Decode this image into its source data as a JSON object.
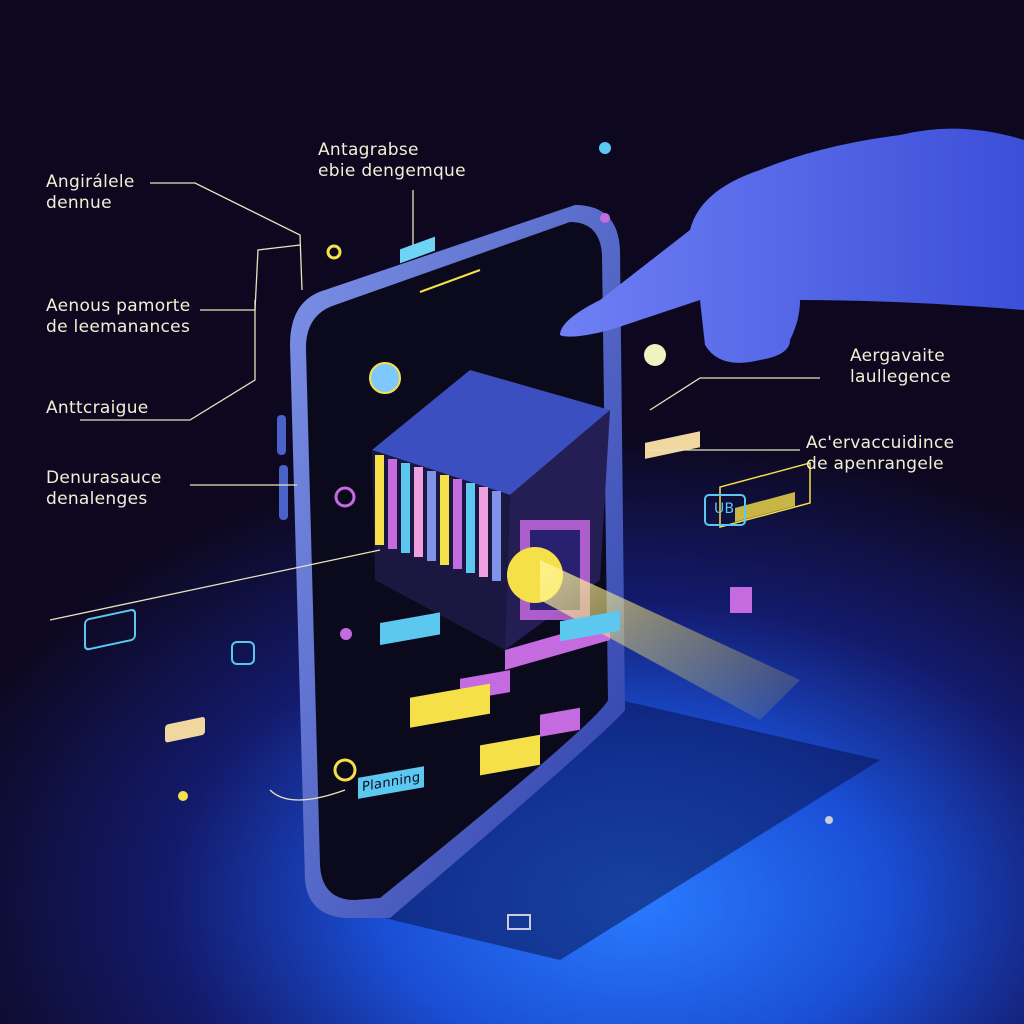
{
  "labels": {
    "top_left": {
      "line1": "Angirálele",
      "line2": "dennue"
    },
    "top_center": {
      "line1": "Antagrabse",
      "line2": "ebie dengemque"
    },
    "left_mid": {
      "line1": "Aenous pamorte",
      "line2": "de leemanances"
    },
    "left_lower": {
      "line1": "Anttcraigue"
    },
    "left_bottom": {
      "line1": "Denurasauce",
      "line2": "denalenges"
    },
    "right_upper": {
      "line1": "Aergavaite",
      "line2": "laullegence"
    },
    "right_lower": {
      "line1": "Ac'ervaccuidince",
      "line2": "de apenrangele"
    },
    "phone_chip": "Planning",
    "right_tag": "UB"
  },
  "colors": {
    "background": "#0d0820",
    "glow": "#2a7bff",
    "phone_frame": "#5a78d8",
    "hand": "#5b6cf0",
    "accent_yellow": "#f5e04a",
    "accent_magenta": "#c46be0",
    "accent_cyan": "#5cc8f0"
  }
}
